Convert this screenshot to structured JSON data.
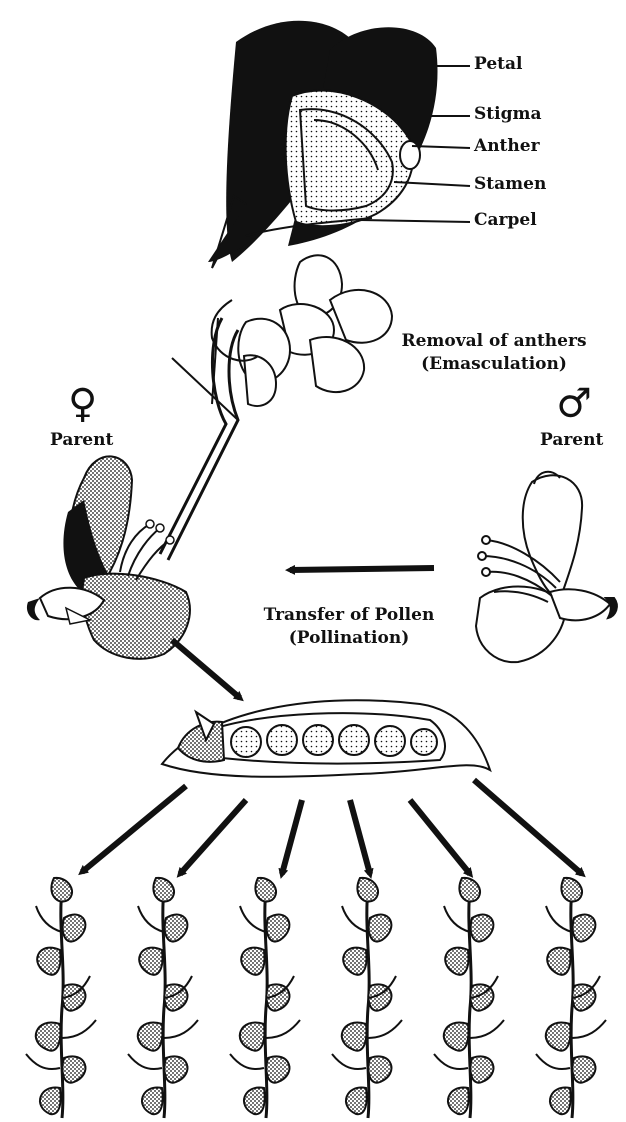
{
  "flower_parts": {
    "petal": "Petal",
    "stigma": "Stigma",
    "anther": "Anther",
    "stamen": "Stamen",
    "carpel": "Carpel"
  },
  "steps": {
    "removal_line1": "Removal of anthers",
    "removal_line2": "(Emasculation)",
    "transfer_line1": "Transfer of Pollen",
    "transfer_line2": "(Pollination)"
  },
  "parents": {
    "female_symbol": "♀",
    "female_label": "Parent",
    "male_symbol": "♂",
    "male_label": "Parent"
  },
  "offspring_count": 6,
  "colors": {
    "ink": "#111111",
    "paper": "#ffffff"
  }
}
